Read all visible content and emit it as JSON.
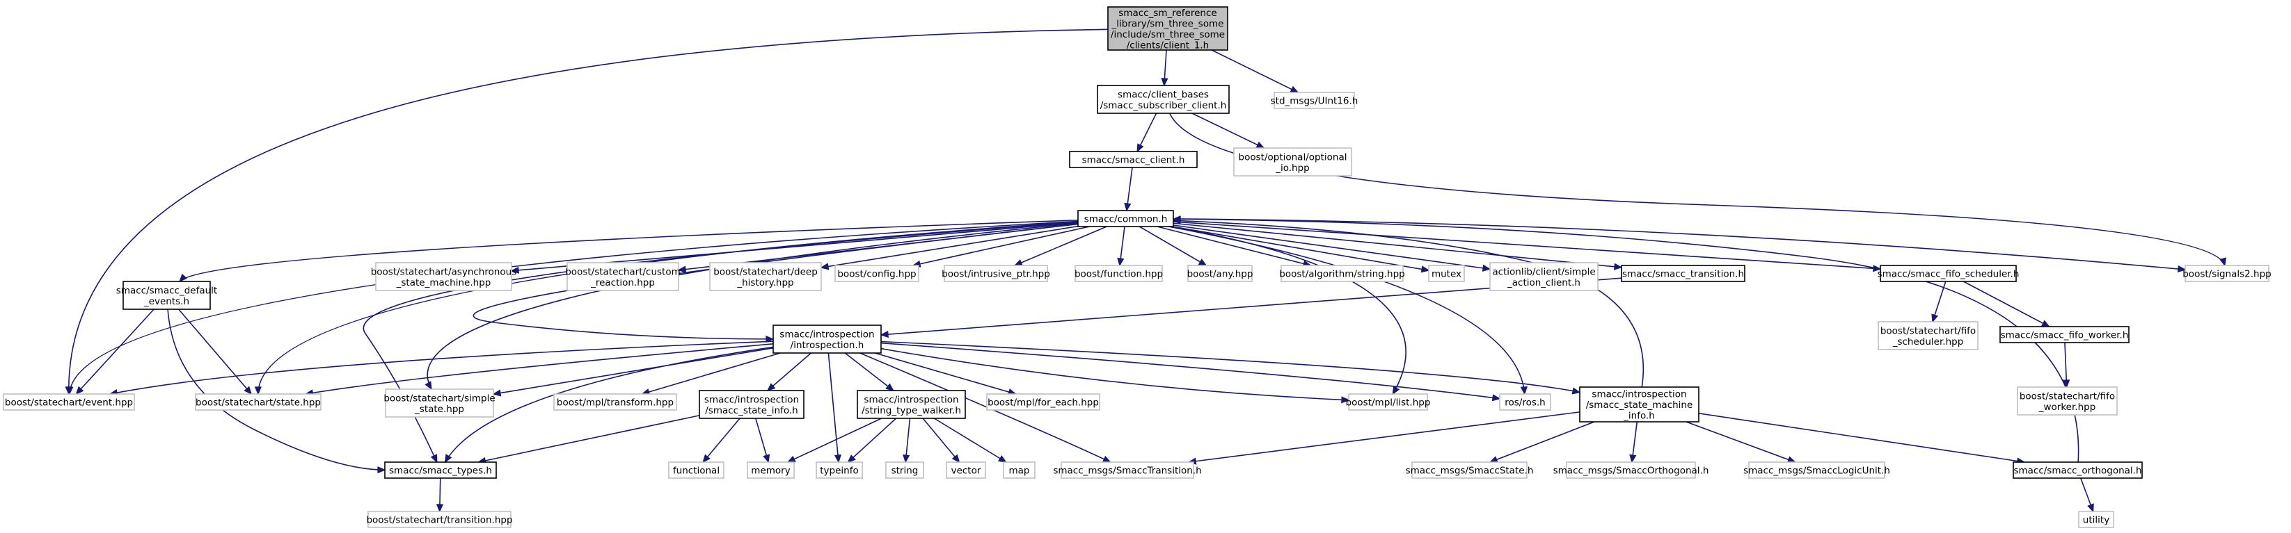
{
  "graph": {
    "nodes": [
      {
        "id": "root",
        "kind": "root",
        "lines": [
          "smacc_sm_reference",
          "_library/sm_three_some",
          "/include/sm_three_some",
          "/clients/client_1.h"
        ]
      },
      {
        "id": "subscriber",
        "kind": "internal",
        "lines": [
          "smacc/client_bases",
          "/smacc_subscriber_client.h"
        ]
      },
      {
        "id": "uint16",
        "kind": "external",
        "lines": [
          "std_msgs/UInt16.h"
        ]
      },
      {
        "id": "smacc_client",
        "kind": "internal",
        "lines": [
          "smacc/smacc_client.h"
        ]
      },
      {
        "id": "optional_io",
        "kind": "external",
        "lines": [
          "boost/optional/optional",
          "_io.hpp"
        ]
      },
      {
        "id": "common",
        "kind": "internal",
        "lines": [
          "smacc/common.h"
        ]
      },
      {
        "id": "signals2",
        "kind": "external",
        "lines": [
          "boost/signals2.hpp"
        ]
      },
      {
        "id": "default_events",
        "kind": "internal",
        "lines": [
          "smacc/smacc_default",
          "_events.h"
        ]
      },
      {
        "id": "async_sm",
        "kind": "external",
        "lines": [
          "boost/statechart/asynchronous",
          "_state_machine.hpp"
        ]
      },
      {
        "id": "custom_reaction",
        "kind": "external",
        "lines": [
          "boost/statechart/custom",
          "_reaction.hpp"
        ]
      },
      {
        "id": "deep_history",
        "kind": "external",
        "lines": [
          "boost/statechart/deep",
          "_history.hpp"
        ]
      },
      {
        "id": "config",
        "kind": "external",
        "lines": [
          "boost/config.hpp"
        ]
      },
      {
        "id": "intrusive_ptr",
        "kind": "external",
        "lines": [
          "boost/intrusive_ptr.hpp"
        ]
      },
      {
        "id": "function",
        "kind": "external",
        "lines": [
          "boost/function.hpp"
        ]
      },
      {
        "id": "any",
        "kind": "external",
        "lines": [
          "boost/any.hpp"
        ]
      },
      {
        "id": "algo_string",
        "kind": "external",
        "lines": [
          "boost/algorithm/string.hpp"
        ]
      },
      {
        "id": "mutex",
        "kind": "external",
        "lines": [
          "mutex"
        ]
      },
      {
        "id": "simple_action",
        "kind": "external",
        "lines": [
          "actionlib/client/simple",
          "_action_client.h"
        ]
      },
      {
        "id": "transition_h",
        "kind": "internal",
        "lines": [
          "smacc/smacc_transition.h"
        ]
      },
      {
        "id": "fifo_scheduler_h",
        "kind": "internal",
        "lines": [
          "smacc/smacc_fifo_scheduler.h"
        ]
      },
      {
        "id": "introspection",
        "kind": "internal",
        "lines": [
          "smacc/introspection",
          "/introspection.h"
        ]
      },
      {
        "id": "bs_fifo_scheduler",
        "kind": "external",
        "lines": [
          "boost/statechart/fifo",
          "_scheduler.hpp"
        ]
      },
      {
        "id": "fifo_worker_h",
        "kind": "internal",
        "lines": [
          "smacc/smacc_fifo_worker.h"
        ]
      },
      {
        "id": "event_hpp",
        "kind": "external",
        "lines": [
          "boost/statechart/event.hpp"
        ]
      },
      {
        "id": "state_hpp",
        "kind": "external",
        "lines": [
          "boost/statechart/state.hpp"
        ]
      },
      {
        "id": "simple_state",
        "kind": "external",
        "lines": [
          "boost/statechart/simple",
          "_state.hpp"
        ]
      },
      {
        "id": "mpl_transform",
        "kind": "external",
        "lines": [
          "boost/mpl/transform.hpp"
        ]
      },
      {
        "id": "state_info",
        "kind": "internal",
        "lines": [
          "smacc/introspection",
          "/smacc_state_info.h"
        ]
      },
      {
        "id": "string_walker",
        "kind": "internal",
        "lines": [
          "smacc/introspection",
          "/string_type_walker.h"
        ]
      },
      {
        "id": "mpl_for_each",
        "kind": "external",
        "lines": [
          "boost/mpl/for_each.hpp"
        ]
      },
      {
        "id": "mpl_list",
        "kind": "external",
        "lines": [
          "boost/mpl/list.hpp"
        ]
      },
      {
        "id": "ros",
        "kind": "external",
        "lines": [
          "ros/ros.h"
        ]
      },
      {
        "id": "sm_info",
        "kind": "internal",
        "lines": [
          "smacc/introspection",
          "/smacc_state_machine",
          "_info.h"
        ]
      },
      {
        "id": "bs_fifo_worker",
        "kind": "external",
        "lines": [
          "boost/statechart/fifo",
          "_worker.hpp"
        ]
      },
      {
        "id": "smacc_types",
        "kind": "internal",
        "lines": [
          "smacc/smacc_types.h"
        ]
      },
      {
        "id": "functional",
        "kind": "external",
        "lines": [
          "functional"
        ]
      },
      {
        "id": "memory",
        "kind": "external",
        "lines": [
          "memory"
        ]
      },
      {
        "id": "typeinfo",
        "kind": "external",
        "lines": [
          "typeinfo"
        ]
      },
      {
        "id": "string",
        "kind": "external",
        "lines": [
          "string"
        ]
      },
      {
        "id": "vector",
        "kind": "external",
        "lines": [
          "vector"
        ]
      },
      {
        "id": "map",
        "kind": "external",
        "lines": [
          "map"
        ]
      },
      {
        "id": "msg_transition",
        "kind": "external",
        "lines": [
          "smacc_msgs/SmaccTransition.h"
        ]
      },
      {
        "id": "msg_state",
        "kind": "external",
        "lines": [
          "smacc_msgs/SmaccState.h"
        ]
      },
      {
        "id": "msg_orthogonal",
        "kind": "external",
        "lines": [
          "smacc_msgs/SmaccOrthogonal.h"
        ]
      },
      {
        "id": "msg_logic_unit",
        "kind": "external",
        "lines": [
          "smacc_msgs/SmaccLogicUnit.h"
        ]
      },
      {
        "id": "orthogonal_h",
        "kind": "internal",
        "lines": [
          "smacc/smacc_orthogonal.h"
        ]
      },
      {
        "id": "bs_transition",
        "kind": "external",
        "lines": [
          "boost/statechart/transition.hpp"
        ]
      },
      {
        "id": "utility",
        "kind": "external",
        "lines": [
          "utility"
        ]
      }
    ],
    "edges": [
      [
        "root",
        "subscriber"
      ],
      [
        "root",
        "uint16"
      ],
      [
        "root",
        "event_hpp"
      ],
      [
        "subscriber",
        "smacc_client"
      ],
      [
        "subscriber",
        "optional_io"
      ],
      [
        "subscriber",
        "signals2"
      ],
      [
        "smacc_client",
        "common"
      ],
      [
        "common",
        "default_events"
      ],
      [
        "common",
        "async_sm"
      ],
      [
        "common",
        "custom_reaction"
      ],
      [
        "common",
        "deep_history"
      ],
      [
        "common",
        "config"
      ],
      [
        "common",
        "intrusive_ptr"
      ],
      [
        "common",
        "function"
      ],
      [
        "common",
        "any"
      ],
      [
        "common",
        "algo_string"
      ],
      [
        "common",
        "mutex"
      ],
      [
        "common",
        "simple_action"
      ],
      [
        "common",
        "transition_h"
      ],
      [
        "common",
        "fifo_scheduler_h"
      ],
      [
        "common",
        "signals2"
      ],
      [
        "common",
        "introspection"
      ],
      [
        "common",
        "event_hpp"
      ],
      [
        "common",
        "state_hpp"
      ],
      [
        "common",
        "simple_state"
      ],
      [
        "common",
        "smacc_types"
      ],
      [
        "common",
        "mpl_list"
      ],
      [
        "common",
        "ros"
      ],
      [
        "default_events",
        "event_hpp"
      ],
      [
        "default_events",
        "state_hpp"
      ],
      [
        "default_events",
        "smacc_types"
      ],
      [
        "transition_h",
        "introspection"
      ],
      [
        "fifo_scheduler_h",
        "bs_fifo_scheduler"
      ],
      [
        "fifo_scheduler_h",
        "fifo_worker_h"
      ],
      [
        "fifo_worker_h",
        "bs_fifo_worker"
      ],
      [
        "introspection",
        "event_hpp"
      ],
      [
        "introspection",
        "state_hpp"
      ],
      [
        "introspection",
        "simple_state"
      ],
      [
        "introspection",
        "mpl_transform"
      ],
      [
        "introspection",
        "state_info"
      ],
      [
        "introspection",
        "string_walker"
      ],
      [
        "introspection",
        "typeinfo"
      ],
      [
        "introspection",
        "mpl_for_each"
      ],
      [
        "introspection",
        "mpl_list"
      ],
      [
        "introspection",
        "ros"
      ],
      [
        "introspection",
        "sm_info"
      ],
      [
        "introspection",
        "msg_transition"
      ],
      [
        "introspection",
        "smacc_types"
      ],
      [
        "state_info",
        "smacc_types"
      ],
      [
        "state_info",
        "functional"
      ],
      [
        "state_info",
        "memory"
      ],
      [
        "string_walker",
        "memory"
      ],
      [
        "string_walker",
        "typeinfo"
      ],
      [
        "string_walker",
        "string"
      ],
      [
        "string_walker",
        "vector"
      ],
      [
        "string_walker",
        "map"
      ],
      [
        "sm_info",
        "common"
      ],
      [
        "sm_info",
        "msg_transition"
      ],
      [
        "sm_info",
        "msg_state"
      ],
      [
        "sm_info",
        "msg_orthogonal"
      ],
      [
        "sm_info",
        "msg_logic_unit"
      ],
      [
        "sm_info",
        "orthogonal_h"
      ],
      [
        "orthogonal_h",
        "common"
      ],
      [
        "orthogonal_h",
        "utility"
      ],
      [
        "smacc_types",
        "bs_transition"
      ]
    ]
  }
}
